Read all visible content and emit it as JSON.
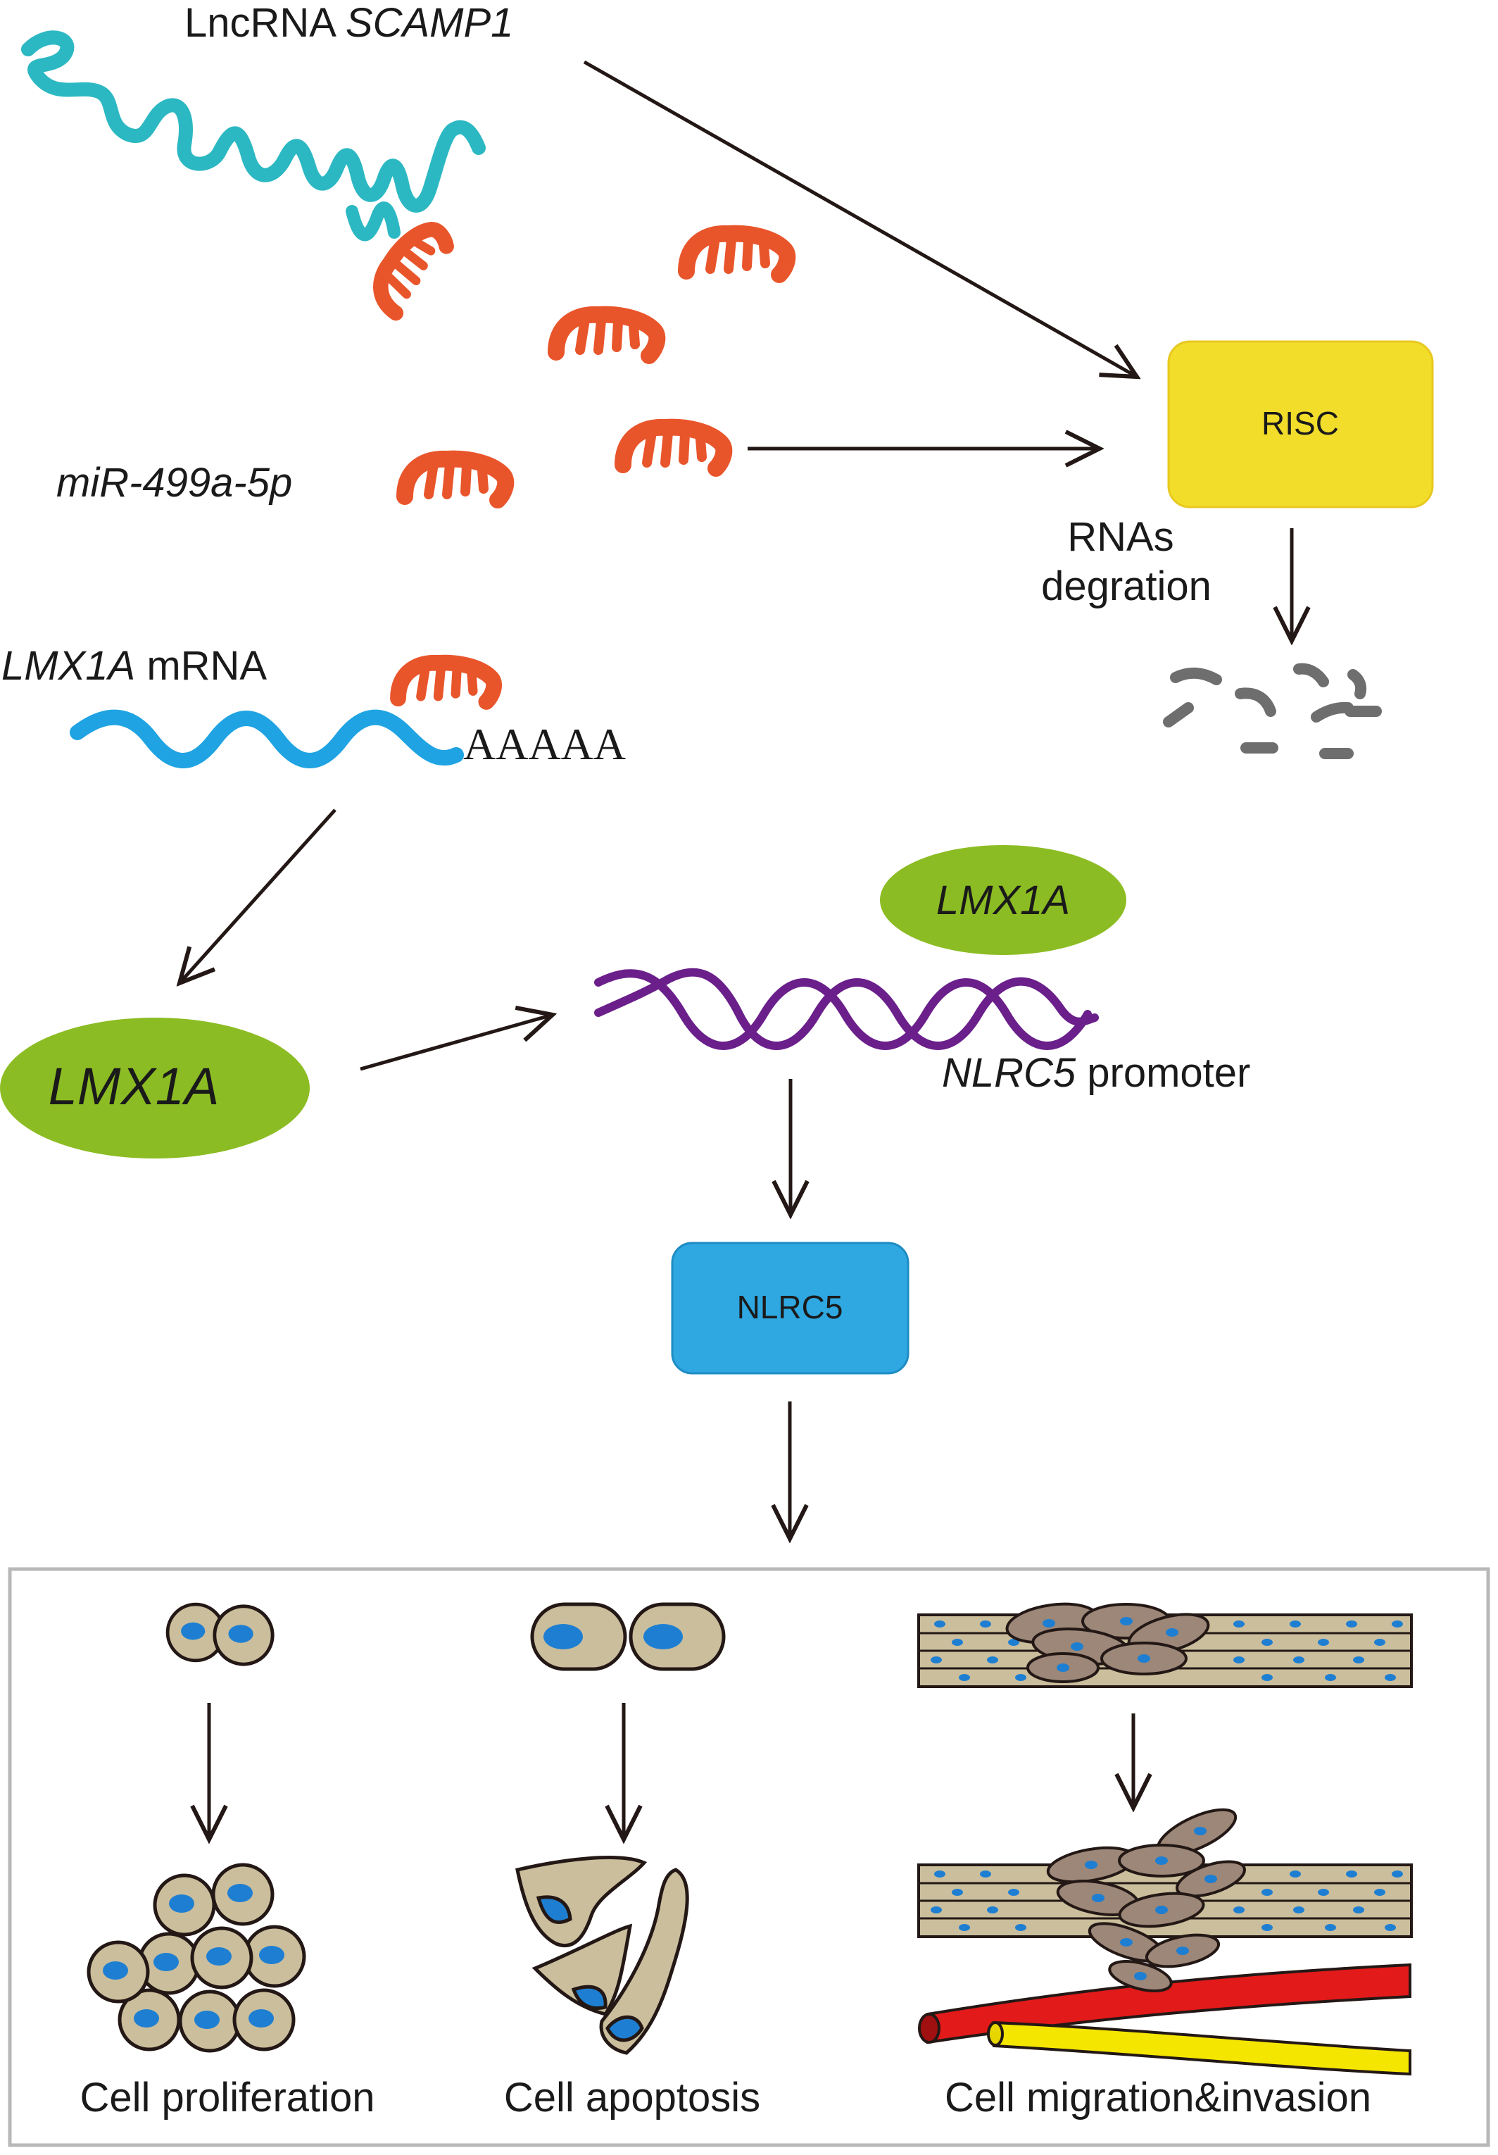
{
  "labels": {
    "lncrna_prefix": "LncRNA ",
    "lncrna_name": "SCAMP1",
    "mirna": "miR-499a-5p",
    "mrna_gene": "LMX1A",
    "mrna_suffix": " mRNA",
    "poly_a": "AAAAA",
    "risc": "RISC",
    "degradation_line1": "RNAs",
    "degradation_line2": "degration",
    "lmx1a_protein": "LMX1A",
    "lmx1a_bound": "LMX1A",
    "promoter_gene": "NLRC5",
    "promoter_suffix": " promoter",
    "nlrc5": "NLRC5",
    "outcome_proliferation": "Cell proliferation",
    "outcome_apoptosis": "Cell apoptosis",
    "outcome_migration": "Cell migration&invasion"
  },
  "colors": {
    "lncrna": "#2cb8c2",
    "mirna": "#e9552b",
    "mrna": "#1fa3e2",
    "risc": "#f2de2a",
    "lmx1a": "#8cbc23",
    "promoter_dna": "#6a1f8a",
    "nlrc5": "#2fa7e0",
    "fragments": "#6e6e6e",
    "cell_body": "#cbbe9c",
    "cell_nucleus": "#1e7fd2",
    "migrating_cell": "#9c8778",
    "blood_vessel": "#e21a1a",
    "nerve": "#f5e600"
  }
}
